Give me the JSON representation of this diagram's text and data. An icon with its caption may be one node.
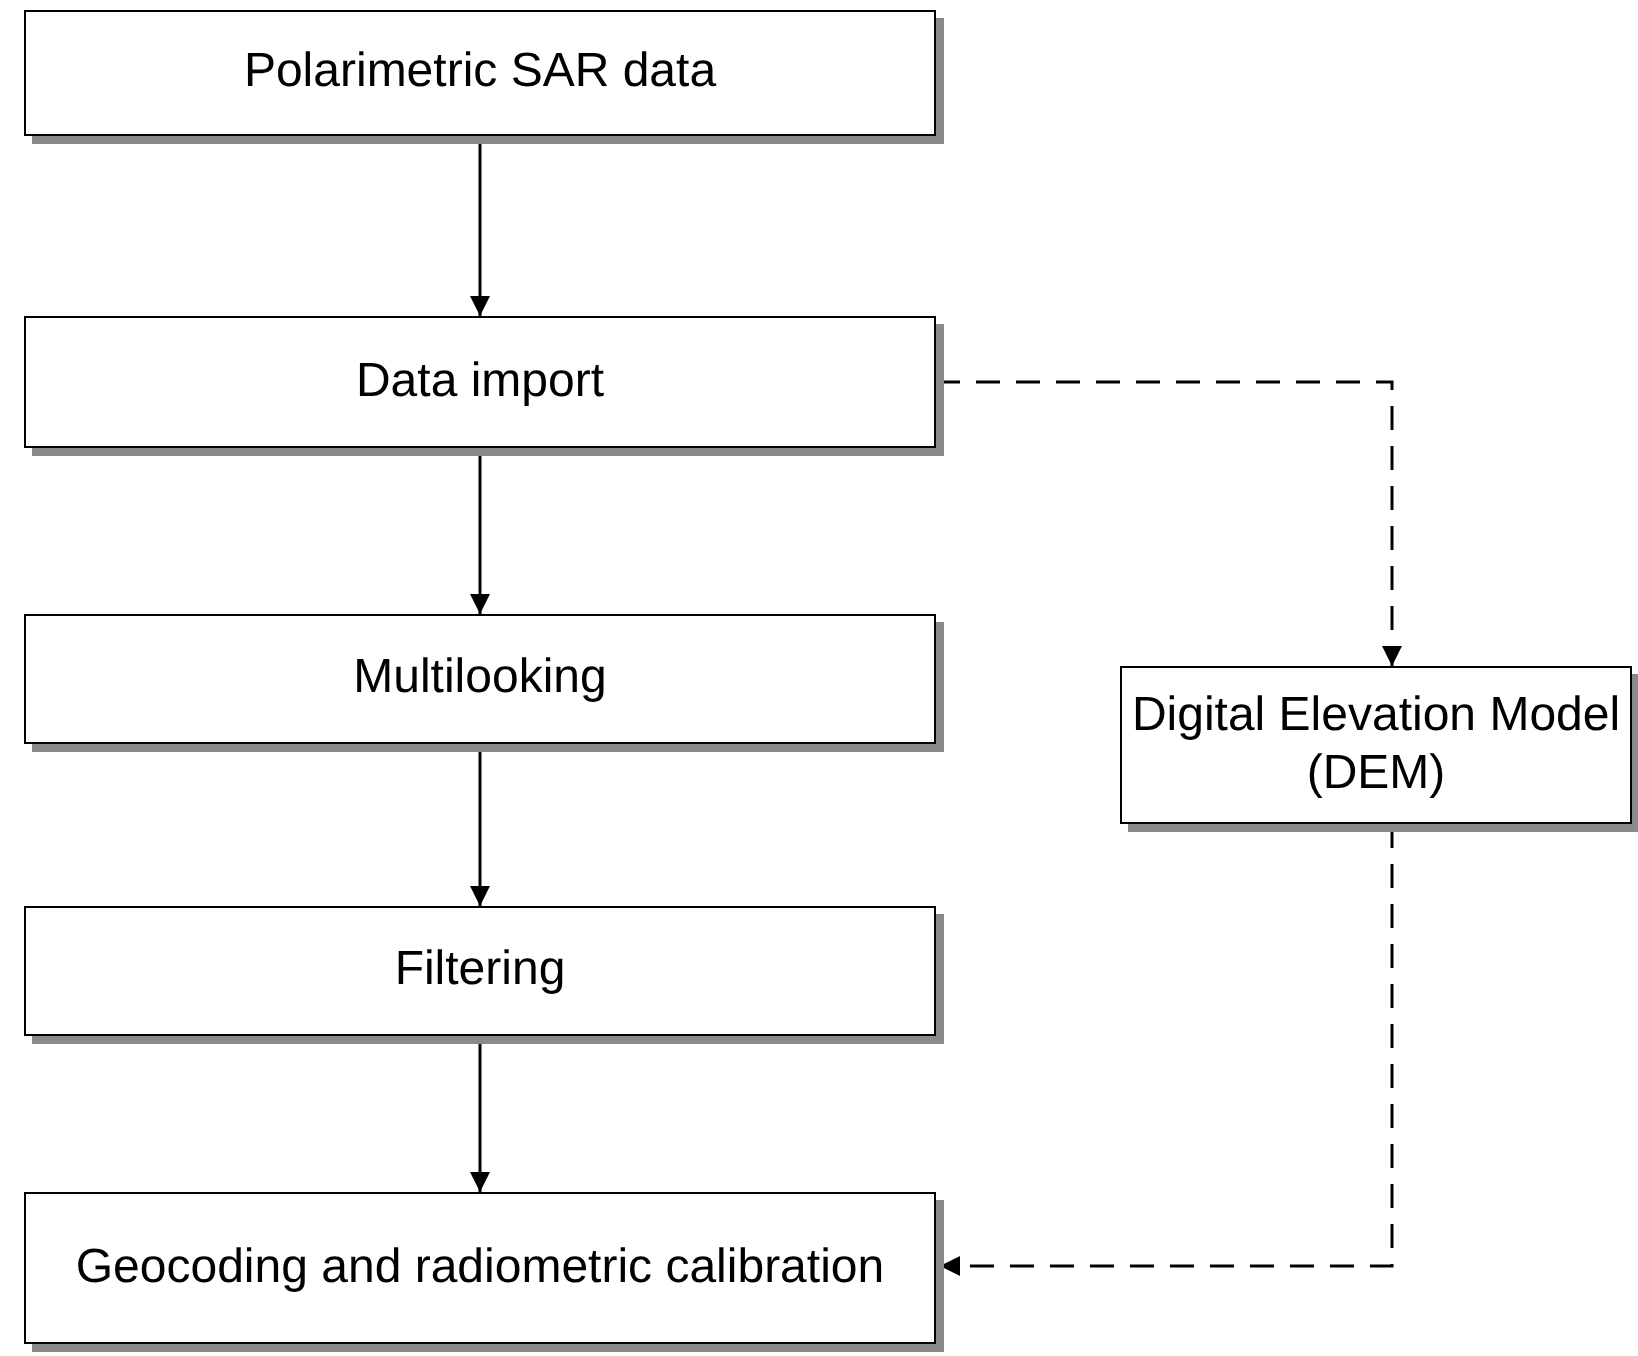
{
  "diagram": {
    "nodes": [
      {
        "text": [
          "Polarimetric SAR data"
        ]
      },
      {
        "text": [
          "Data import"
        ]
      },
      {
        "text": [
          "Multilooking"
        ]
      },
      {
        "text": [
          "Filtering"
        ]
      },
      {
        "text": [
          "Geocoding and radiometric calibration"
        ]
      },
      {
        "text": [
          "Digital Elevation Model (DEM)"
        ]
      }
    ],
    "edges": [
      {
        "from": 0,
        "to": 1,
        "arrow": "to"
      },
      {
        "from": 1,
        "to": 2,
        "arrow": "to"
      },
      {
        "from": 2,
        "to": 3,
        "arrow": "to"
      },
      {
        "from": 3,
        "to": 4,
        "arrow": "to"
      },
      {
        "from": 1,
        "to": 5,
        "arrow": "to",
        "style": "dashed"
      },
      {
        "from": 5,
        "to": 4,
        "arrow": "to",
        "style": "dashed"
      }
    ]
  }
}
